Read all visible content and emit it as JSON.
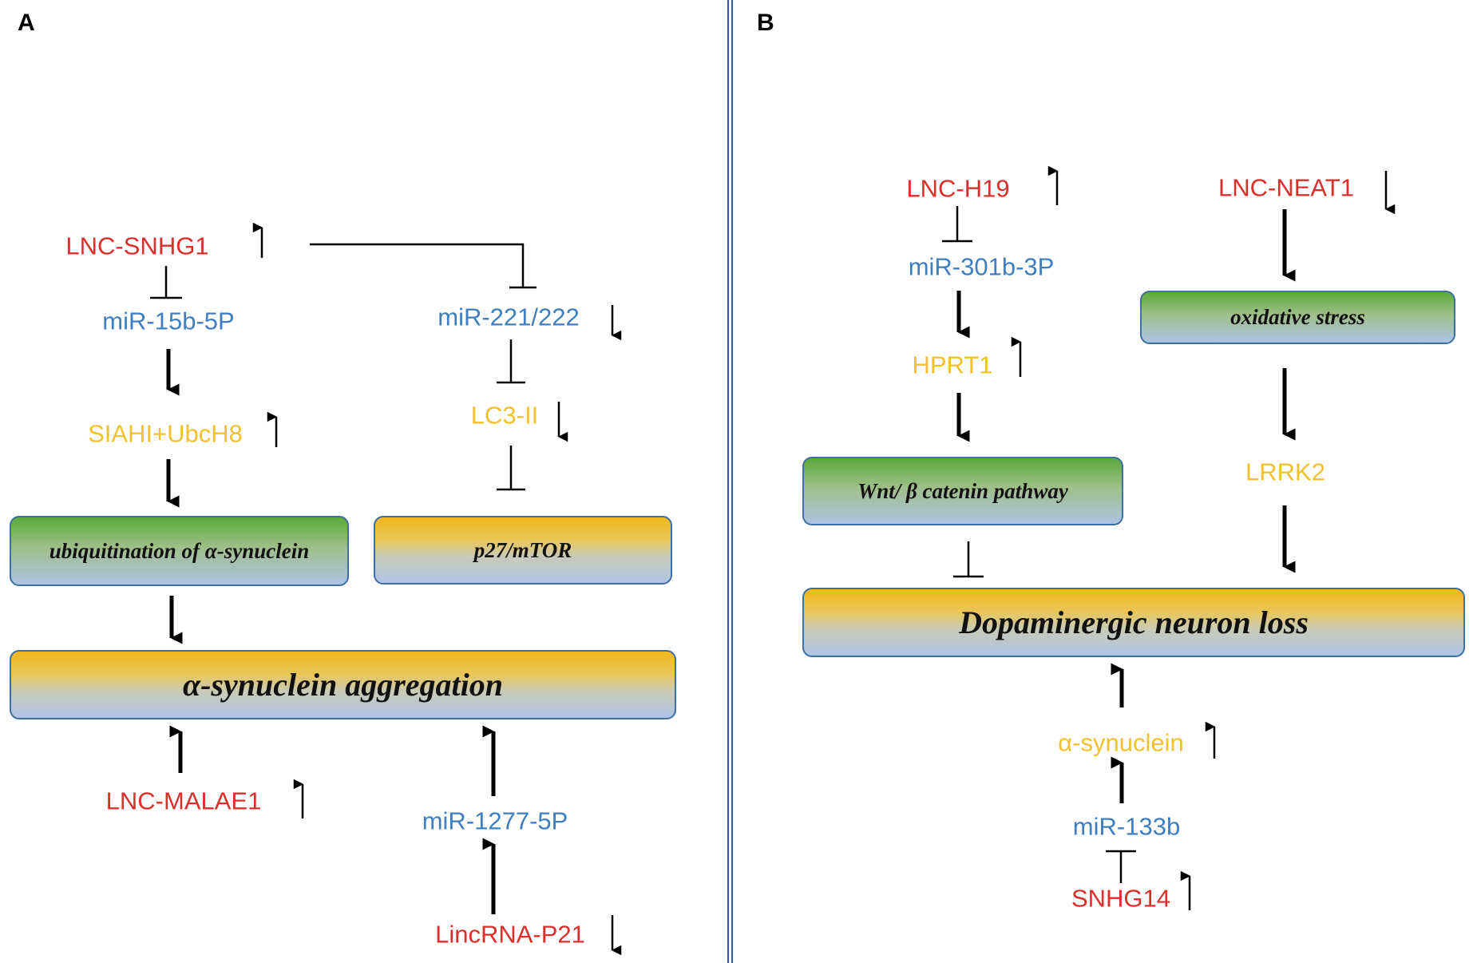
{
  "panels": {
    "a": {
      "label": "A",
      "lnc_snhg1": "LNC-SNHG1",
      "mir_15b": "miR-15b-5P",
      "mir_221": "miR-221/222",
      "siahi": "SIAHI+UbcH8",
      "lc3": "LC3-II",
      "box_ubiquitination": "ubiquitination of α-synuclein",
      "box_p27": "p27/mTOR",
      "box_aggregation": "α-synuclein aggregation",
      "lnc_malae1": "LNC-MALAE1",
      "mir_1277": "miR-1277-5P",
      "lincrna_p21": "LincRNA-P21"
    },
    "b": {
      "label": "B",
      "lnc_h19": "LNC-H19",
      "lnc_neat1": "LNC-NEAT1",
      "mir_301b": "miR-301b-3P",
      "hprt1": "HPRT1",
      "box_oxidative": "oxidative stress",
      "box_wnt": "Wnt/ β catenin pathway",
      "lrrk2": "LRRK2",
      "box_dopaminergic": "Dopaminergic neuron loss",
      "alpha_synuclein": "α-synuclein",
      "mir_133b": "miR-133b",
      "snhg14": "SNHG14"
    }
  },
  "colors": {
    "lncrna": "#d9302c",
    "mirna": "#3f7fbf",
    "target": "#f2c12e",
    "separator": "#2e56a8",
    "box_border": "#3f6fa0"
  }
}
